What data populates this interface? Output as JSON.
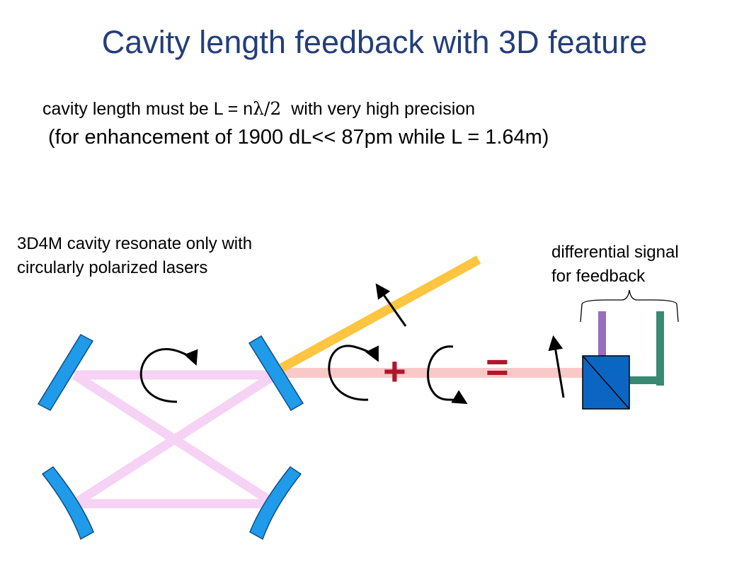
{
  "slide": {
    "title": "Cavity length feedback with 3D feature",
    "line1": {
      "prefix": "cavity length must be L = n",
      "symbol": "λ/2",
      "suffix": "with very high precision"
    },
    "line2": "(for enhancement of 1900  dL<< 87pm  while L = 1.64m)",
    "note_left": {
      "line1": "3D4M cavity resonate only with",
      "line2": "circularly polarized lasers"
    },
    "note_right": {
      "line1": "differential signal",
      "line2": "for feedback"
    },
    "operators": {
      "plus": "+",
      "equals": "="
    }
  },
  "colors": {
    "title": "#243e7a",
    "mirror": "#1f9bea",
    "mirror_stroke": "#0f4f86",
    "cavity_beam": "#f6d2f4",
    "output_beam": "#f8c9c8",
    "reflected_beam": "#fdc540",
    "operator": "#b0162b",
    "beam_splitter": "#0b66c3",
    "detector_a": "#9a6cc0",
    "detector_b": "#3a8a73"
  }
}
